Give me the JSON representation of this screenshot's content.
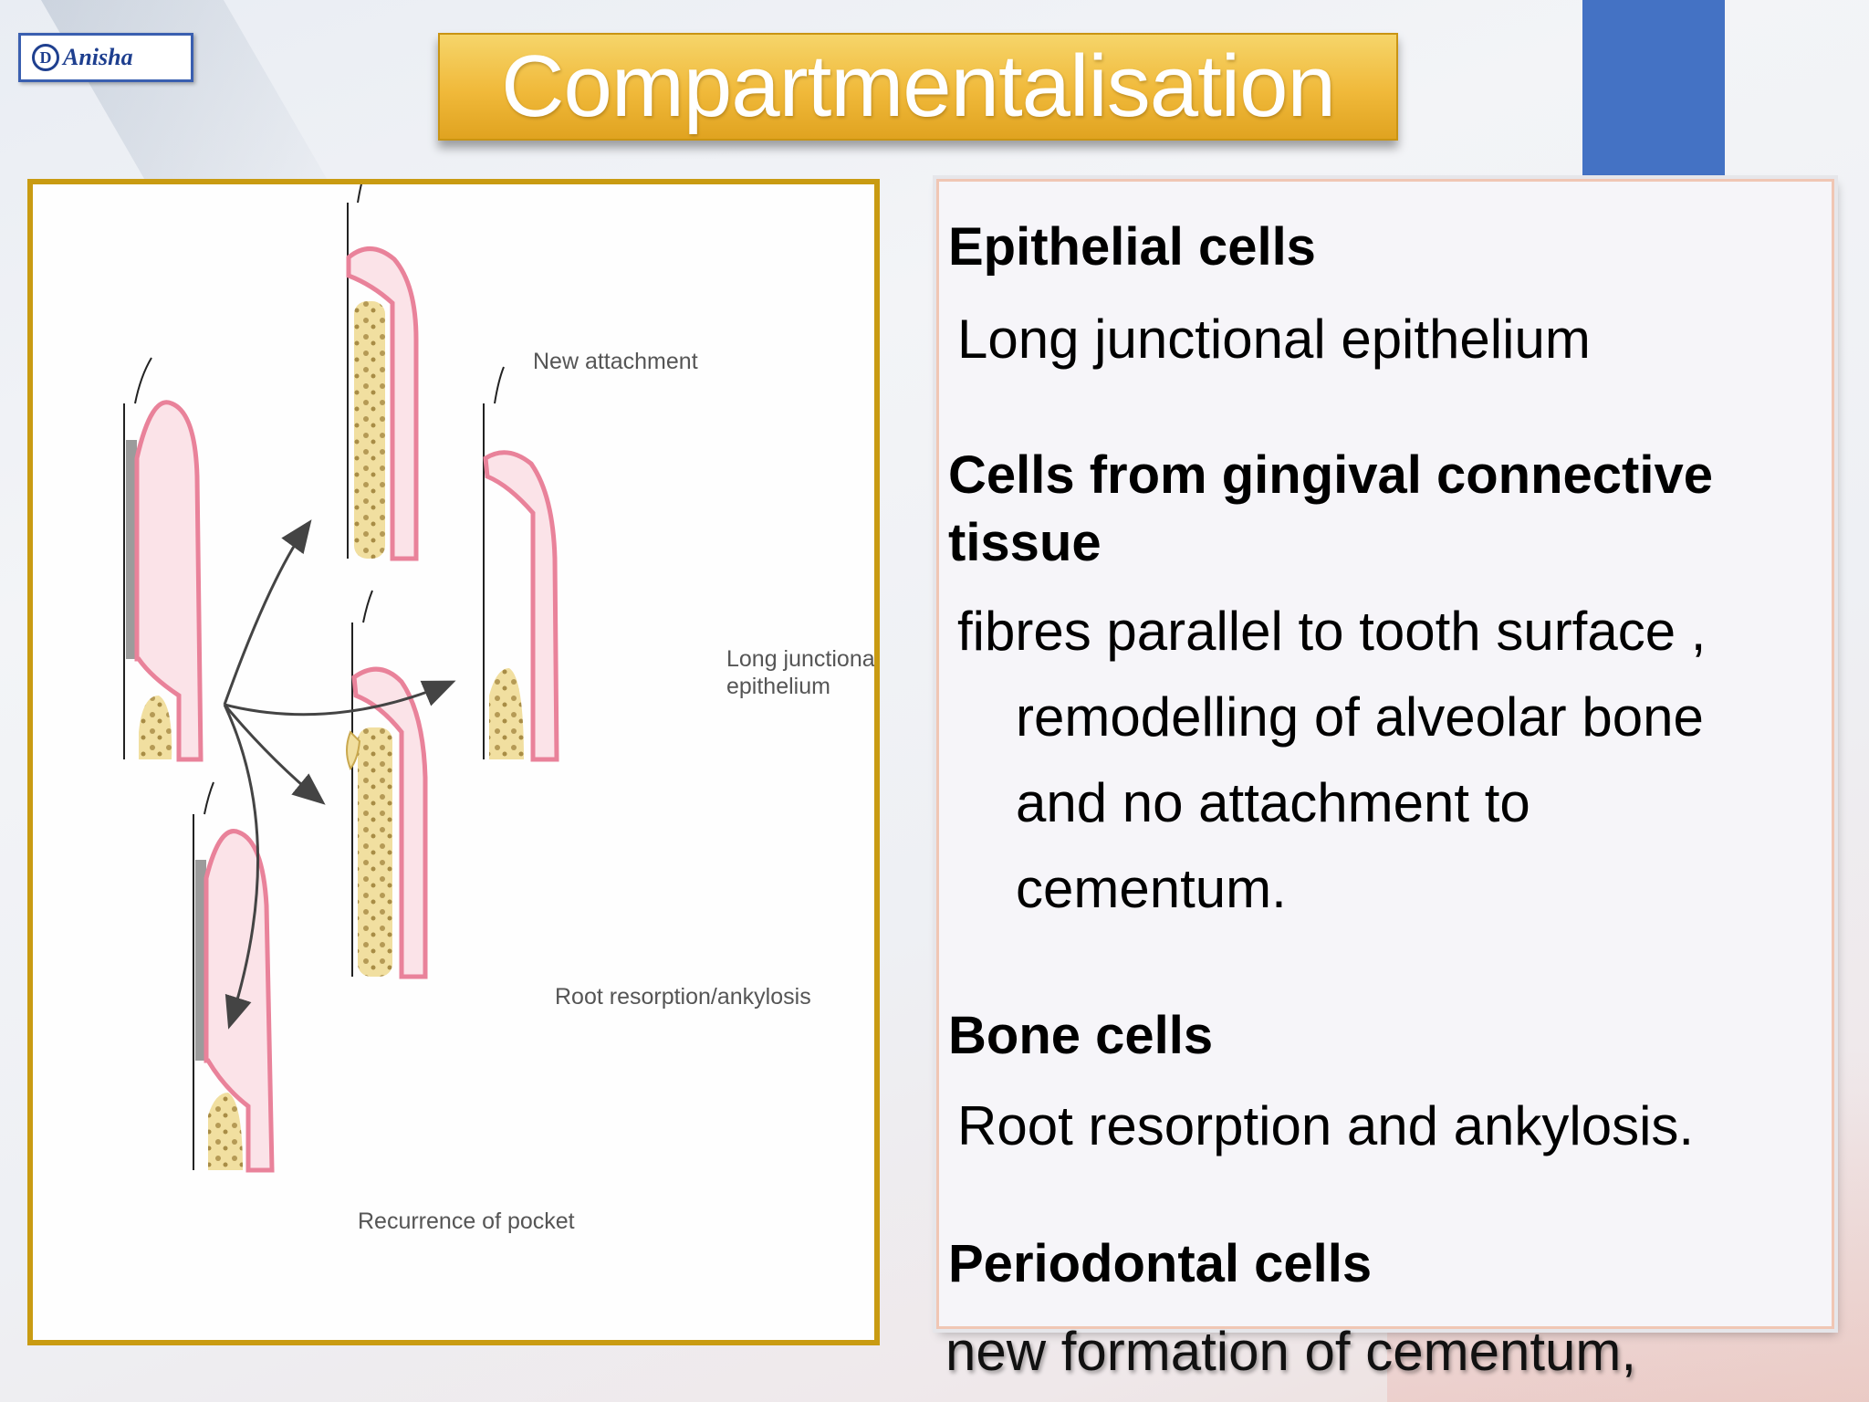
{
  "logo": {
    "mark": "D",
    "text": "Anisha"
  },
  "title": "Compartmentalisation",
  "figure": {
    "labels": {
      "new_attachment": "New attachment",
      "long_junctional_1": "Long junctiona",
      "long_junctional_2": "epithelium",
      "root_resorption": "Root resorption/ankylosis",
      "recurrence": "Recurrence of pocket"
    }
  },
  "content": {
    "epithelial_heading": "Epithelial cells",
    "epithelial_body": "Long junctional epithelium",
    "gingival_heading_1": "Cells from gingival connective",
    "gingival_heading_2": "tissue",
    "gingival_body_1": "fibres parallel to tooth surface ,",
    "gingival_body_2": "remodelling of alveolar bone",
    "gingival_body_3": "and  no attachment to",
    "gingival_body_4": "cementum.",
    "bone_heading": "Bone cells",
    "bone_body": "Root resorption and ankylosis.",
    "periodontal_heading": "Periodontal cells",
    "periodontal_body": "new formation of cementum,"
  },
  "colors": {
    "title_gold": "#f0b93a",
    "frame_gold": "#c99b12",
    "blue_tab": "#4472c4",
    "gingiva_pink": "#e9829a",
    "bone_yellow": "#f1dfa0"
  }
}
